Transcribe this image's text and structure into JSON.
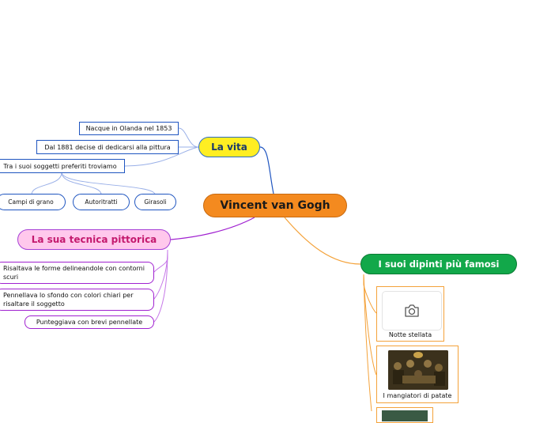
{
  "central": {
    "label": "Vincent van Gogh"
  },
  "vita": {
    "label": "La vita",
    "items": [
      "Nacque in Olanda nel 1853",
      "Dal 1881 decise di dedicarsi alla pittura",
      "Tra i suoi soggetti preferiti troviamo"
    ],
    "subjects": [
      "Campi di grano",
      "Autoritratti",
      "Girasoli"
    ]
  },
  "tecnica": {
    "label": "La sua tecnica pittorica",
    "items": [
      "Risaltava le forme delineandole con contorni scuri",
      "Pennellava lo sfondo con colori chiari per risaltare il soggetto",
      "Punteggiava con brevi pennellate"
    ]
  },
  "dipinti": {
    "label": "I suoi dipinti più famosi",
    "paintings": [
      "Notte stellata",
      "I mangiatori di patate"
    ]
  },
  "colors": {
    "central": "#f48a1f",
    "vita": "#ffee22",
    "tecnica": "#ffc8ec",
    "dipinti": "#12a84a",
    "vita_line": "#1f55c0",
    "tecnica_line": "#a021d0",
    "dipinti_line": "#f4a23a"
  },
  "icons": {
    "painting_placeholder": "camera-icon"
  }
}
